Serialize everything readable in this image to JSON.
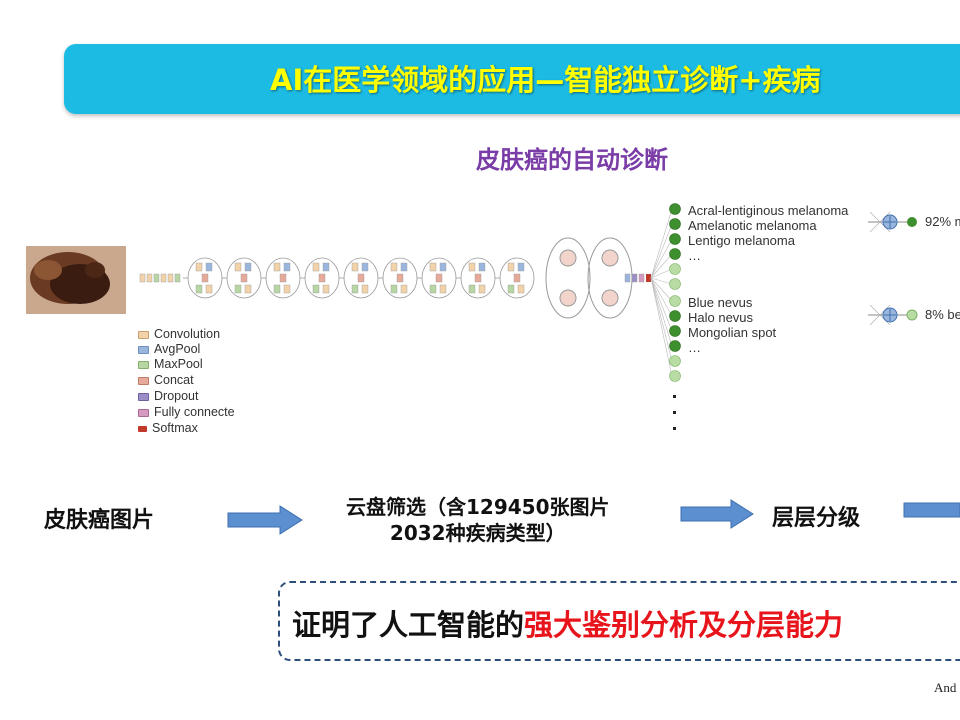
{
  "slide": {
    "title": "AI在医学领域的应用—智能独立诊断+疾病",
    "subtitle": "皮肤癌的自动诊断",
    "citation": "And"
  },
  "legend": [
    {
      "label": "Convolution",
      "color": "#f2d2a8"
    },
    {
      "label": "AvgPool",
      "color": "#9ab6dc"
    },
    {
      "label": "MaxPool",
      "color": "#b8d6a4"
    },
    {
      "label": "Concat",
      "color": "#e6aa9a"
    },
    {
      "label": "Dropout",
      "color": "#9c8fc8"
    },
    {
      "label": "Fully connecte",
      "color": "#d49ac2"
    },
    {
      "label": "Softmax",
      "color": "#c0392b"
    }
  ],
  "classes": {
    "malignant": [
      "Acral-lentiginous melanoma",
      "Amelanotic melanoma",
      "Lentigo melanoma",
      "…"
    ],
    "benign": [
      "Blue nevus",
      "Halo nevus",
      "Mongolian spot",
      "…"
    ]
  },
  "outputs": {
    "malignant": "92% m",
    "benign": "8% be"
  },
  "flow": {
    "step1": "皮肤癌图片",
    "step2_line1": "云盘筛选（含129450张图片",
    "step2_line2": "2032种疾病类型）",
    "step3": "层层分级"
  },
  "conclusion": {
    "part1": "证明了人工智能的",
    "part2": "强大鉴别分析及分层能力"
  },
  "colors": {
    "title_bar": "#1cbbe3",
    "title_text": "#ffff00",
    "subtitle": "#7a3ca6",
    "arrow": "#5b8fcf",
    "conclusion_dark": "#111111",
    "conclusion_red": "#e8141c",
    "node_dark": "#3e8f2e",
    "node_light": "#b8dca4"
  }
}
